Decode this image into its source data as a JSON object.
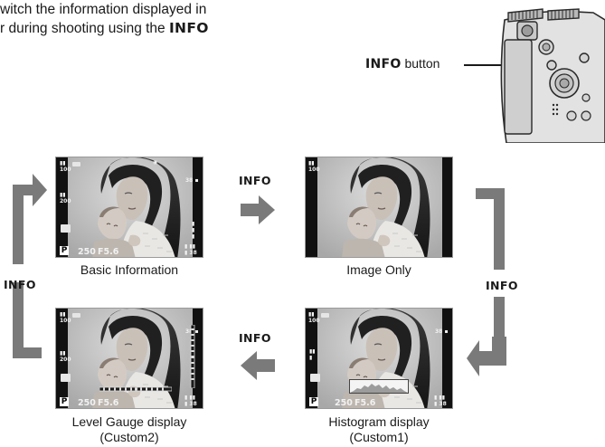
{
  "intro": {
    "line1": "witch the information displayed in",
    "line2_pre": "r during shooting using the ",
    "line2_bold": "INFO"
  },
  "callout": {
    "bold": "INFO",
    "rest": " button"
  },
  "loop_label": "INFO",
  "screens": {
    "basic": {
      "caption": "Basic Information",
      "shots": "250",
      "aperture": "F5.6",
      "mode": "P"
    },
    "image_only": {
      "caption": "Image Only"
    },
    "histogram": {
      "caption_line1": "Histogram display",
      "caption_line2": "(Custom1)",
      "shots": "250",
      "aperture": "F5.6",
      "mode": "P"
    },
    "level": {
      "caption_line1": "Level Gauge display",
      "caption_line2": "(Custom2)",
      "shots": "250",
      "aperture": "F5.6",
      "mode": "P"
    }
  }
}
